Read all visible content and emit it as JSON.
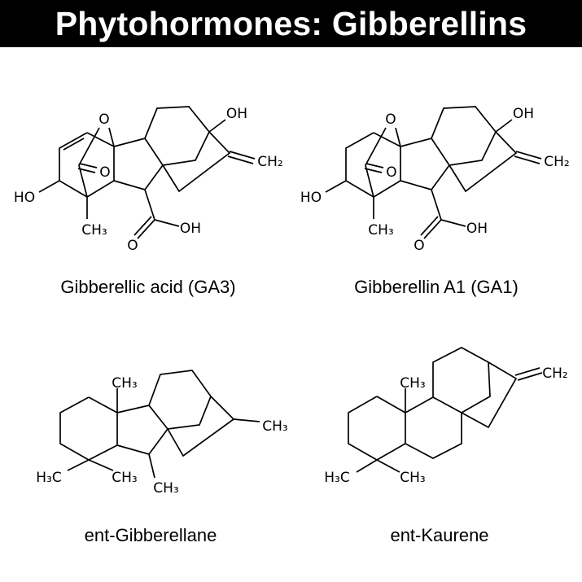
{
  "title": "Phytohormones: Gibberellins",
  "molecules": [
    {
      "name": "Gibberellic acid (GA3)",
      "labels": {
        "o_bridge": "O",
        "o_keto": "O",
        "ho": "HO",
        "ch3": "CH₃",
        "oh_top": "OH",
        "ch2": "CH₂",
        "o_acid": "O",
        "oh_acid": "OH"
      }
    },
    {
      "name": "Gibberellin A1 (GA1)",
      "labels": {
        "o_bridge": "O",
        "o_keto": "O",
        "ho": "HO",
        "ch3": "CH₃",
        "oh_top": "OH",
        "ch2": "CH₂",
        "o_acid": "O",
        "oh_acid": "OH"
      }
    },
    {
      "name": "ent-Gibberellane",
      "labels": {
        "ch3_top": "CH₃",
        "h3c": "H₃C",
        "ch3_gem": "CH₃",
        "ch3_c6": "CH₃",
        "ch3_right": "CH₃"
      }
    },
    {
      "name": "ent-Kaurene",
      "labels": {
        "ch3_top": "CH₃",
        "h3c": "H₃C",
        "ch3_gem": "CH₃",
        "ch2": "CH₂"
      }
    }
  ]
}
